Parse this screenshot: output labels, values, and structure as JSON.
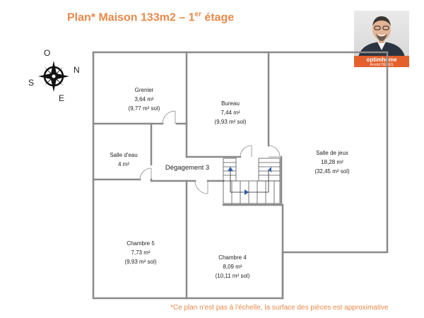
{
  "header": {
    "title_main": "Plan* Maison 133m2 – 1",
    "title_sup": "er",
    "title_end": " étage",
    "footnote": "*Ce plan n'est pas à l'échelle, la surface des pièces est approximative"
  },
  "brand": {
    "name": "optimhome",
    "agent": "Arnold DÉNES",
    "color": "#e4612e"
  },
  "compass": {
    "north": "N",
    "south": "S",
    "east": "E",
    "west": "O"
  },
  "accent_color": "#e8894a",
  "rooms": {
    "grenier": {
      "name": "Grenier",
      "area": "3,64 m²",
      "sol": "(9,77 m² sol)"
    },
    "bureau": {
      "name": "Bureau",
      "area": "7,44 m²",
      "sol": "(9,93 m² sol)"
    },
    "salle_deau": {
      "name": "Salle d'eau",
      "area": "4 m²"
    },
    "degagement": {
      "name": "Dégagement 3"
    },
    "salle_de_jeux": {
      "name": "Salle de jeux",
      "area": "18,28 m²",
      "sol": "(32,45 m² sol)"
    },
    "chambre5": {
      "name": "Chambre 5",
      "area": "7,73 m²",
      "sol": "(9,93 m² sol)"
    },
    "chambre4": {
      "name": "Chambre 4",
      "area": "8,09 m²",
      "sol": "(10,11 m² sol)"
    }
  }
}
